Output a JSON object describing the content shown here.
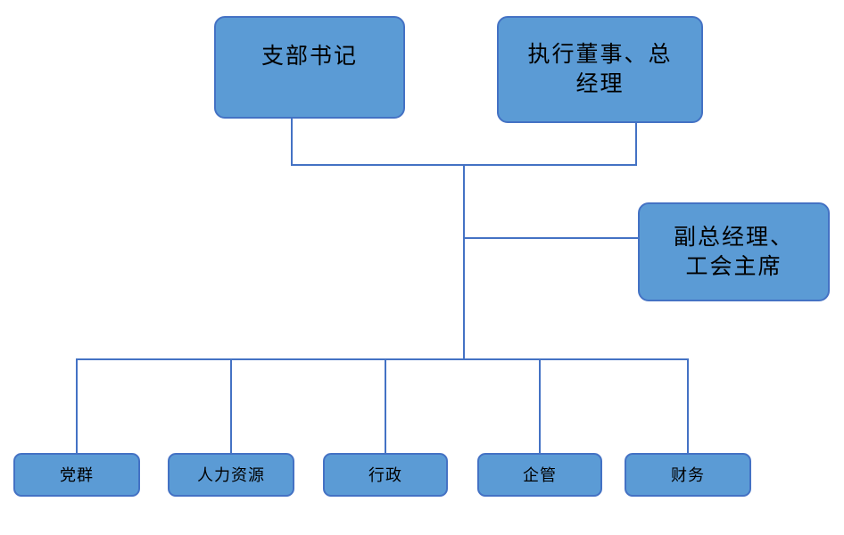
{
  "diagram": {
    "type": "org-chart",
    "background": "#ffffff",
    "colors": {
      "node_fill": "#5b9bd5",
      "node_border": "#4472c4",
      "connector": "#4472c4",
      "text": "#000000"
    },
    "nodes": [
      {
        "id": "branch-secretary",
        "label": "支部书记",
        "lines": [
          "支部书记"
        ]
      },
      {
        "id": "executive-director-gm",
        "label": "执行董事、总经理",
        "lines": [
          "执行董事、总",
          "经理"
        ]
      },
      {
        "id": "deputy-gm-union-chair",
        "label": "副总经理、工会主席",
        "lines": [
          "副总经理、",
          "工会主席"
        ]
      },
      {
        "id": "party-mass",
        "label": "党群"
      },
      {
        "id": "human-resources",
        "label": "人力资源"
      },
      {
        "id": "administration",
        "label": "行政"
      },
      {
        "id": "enterprise-management",
        "label": "企管"
      },
      {
        "id": "finance",
        "label": "财务"
      }
    ],
    "edges": [
      {
        "from": "branch-secretary",
        "to": "central-trunk"
      },
      {
        "from": "executive-director-gm",
        "to": "central-trunk"
      },
      {
        "from": "central-trunk",
        "to": "deputy-gm-union-chair"
      },
      {
        "from": "central-trunk",
        "to": "party-mass"
      },
      {
        "from": "central-trunk",
        "to": "human-resources"
      },
      {
        "from": "central-trunk",
        "to": "administration"
      },
      {
        "from": "central-trunk",
        "to": "enterprise-management"
      },
      {
        "from": "central-trunk",
        "to": "finance"
      }
    ]
  }
}
